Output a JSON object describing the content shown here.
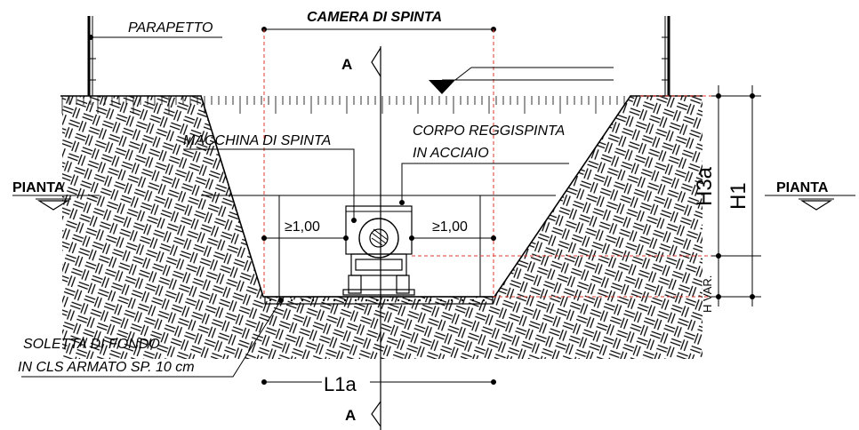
{
  "labels": {
    "parapetto": "PARAPETTO",
    "camera": "CAMERA DI SPINTA",
    "section_mark": "A",
    "pianta": "PIANTA",
    "macchina": "MACCHINA DI SPINTA",
    "corpo_line1": "CORPO REGGISPINTA",
    "corpo_line2": "IN ACCIAIO",
    "clearance": "≥1,00",
    "soletta_line1": "SOLETTA DI FONDO",
    "soletta_line2": "IN CLS ARMATO SP. 10 cm",
    "l1a": "L1a",
    "h3a": "H3a",
    "h1": "H1",
    "hvar": "H VAR."
  },
  "colors": {
    "line": "#000000",
    "dimension_red": "#e23a2e",
    "background": "#ffffff"
  }
}
